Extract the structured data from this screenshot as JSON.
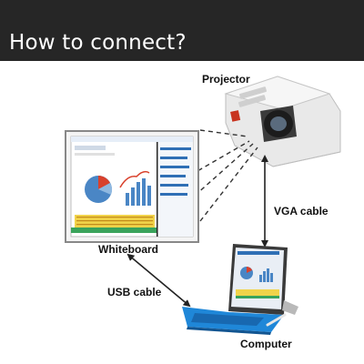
{
  "header": {
    "title": "How to connect?"
  },
  "labels": {
    "projector": "Projector",
    "whiteboard": "Whiteboard",
    "computer": "Computer",
    "vga_cable": "VGA cable",
    "usb_cable": "USB cable"
  },
  "icons": [
    "projector-icon",
    "whiteboard-icon",
    "laptop-icon",
    "stylus-icon"
  ],
  "colors": {
    "header_bg": "#262626",
    "laptop_keyboard": "#1f87d8",
    "projector_body": "#e9e9e9"
  }
}
